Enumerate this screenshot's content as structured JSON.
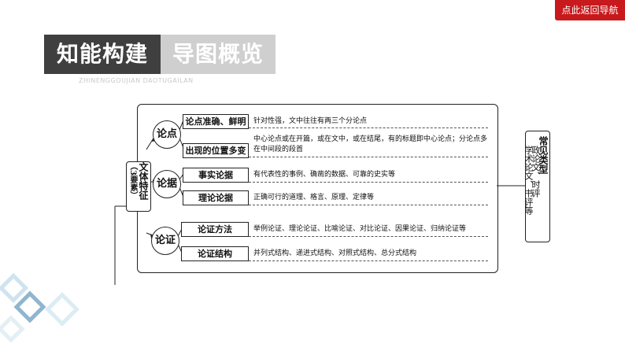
{
  "nav": {
    "back_label": "点此返回导航"
  },
  "banner": {
    "left": "知能构建",
    "right": "导图概览",
    "subtitle": "ZHINENGGOUJIAN DAOTUGAILAN"
  },
  "left_label": {
    "col1": "文体特征",
    "col2": "（3要素）"
  },
  "right_label": {
    "col1": "常见类型",
    "col2": "政论文、时评",
    "col3": "学术论文、书评等"
  },
  "groups": [
    {
      "name": "论点",
      "items": [
        {
          "label": "论点准确、鲜明",
          "desc": "针对性强，文中往往有两三个分论点"
        },
        {
          "label": "出现的位置多变",
          "desc": "中心论点或在开篇，或在文中，或在结尾，有的标题即中心论点；分论点多在中间段的段首"
        }
      ]
    },
    {
      "name": "论据",
      "items": [
        {
          "label": "事实论据",
          "desc": "有代表性的事例、确凿的数据、可靠的史实等"
        },
        {
          "label": "理论论据",
          "desc": "正确可行的道理、格言、原理、定律等"
        }
      ]
    },
    {
      "name": "论证",
      "items": [
        {
          "label": "论证方法",
          "desc": "举例论证、理论论证、比喻论证、对比论证、因果论证、归纳论证等"
        },
        {
          "label": "论证结构",
          "desc": "并列式结构、递进式结构、对照式结构、总分式结构"
        }
      ]
    }
  ]
}
